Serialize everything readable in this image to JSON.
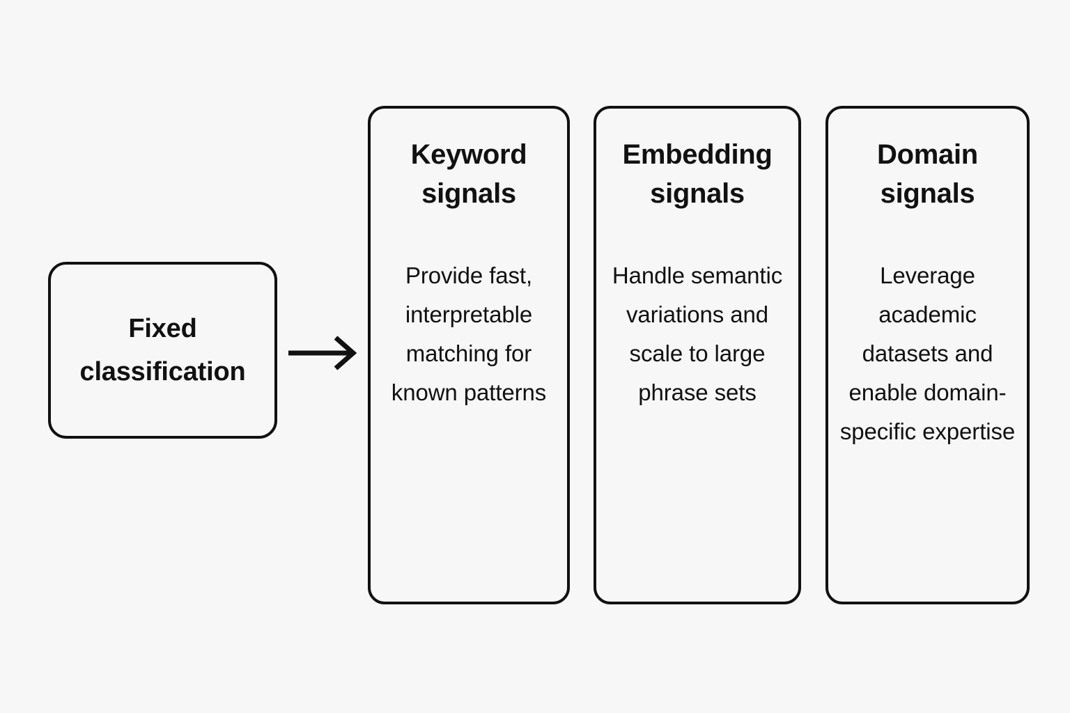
{
  "diagram": {
    "background_color": "#f7f7f8",
    "stroke_color": "#111111",
    "source": {
      "label": "Fixed\nclassification",
      "name": "fixed-classification-box"
    },
    "connector": {
      "icon": "arrow-right-icon",
      "direction": "right"
    },
    "cards": [
      {
        "title": "Keyword\nsignals",
        "body": "Provide fast, interpretable matching for known patterns"
      },
      {
        "title": "Embedding\nsignals",
        "body": "Handle semantic variations and scale to large phrase sets"
      },
      {
        "title": "Domain\nsignals",
        "body": "Leverage academic datasets and enable domain-specific expertise"
      }
    ]
  }
}
